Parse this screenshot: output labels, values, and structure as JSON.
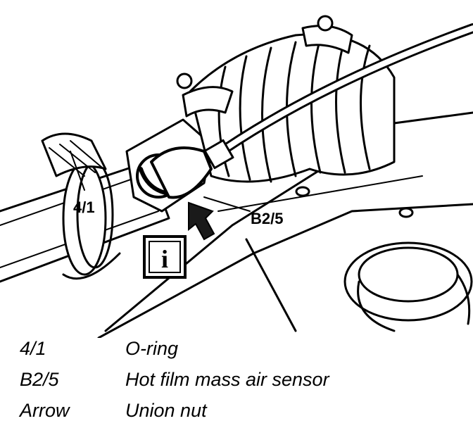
{
  "figure": {
    "callouts": {
      "oring": "4/1",
      "sensor": "B2/5"
    },
    "info_symbol": "i",
    "colors": {
      "ink": "#000000",
      "paper": "#ffffff",
      "shade": "#1a1a1a"
    }
  },
  "legend": [
    {
      "code": "4/1",
      "description": "O-ring"
    },
    {
      "code": "B2/5",
      "description": "Hot film mass air sensor"
    },
    {
      "code": "Arrow",
      "description": "Union nut"
    }
  ]
}
